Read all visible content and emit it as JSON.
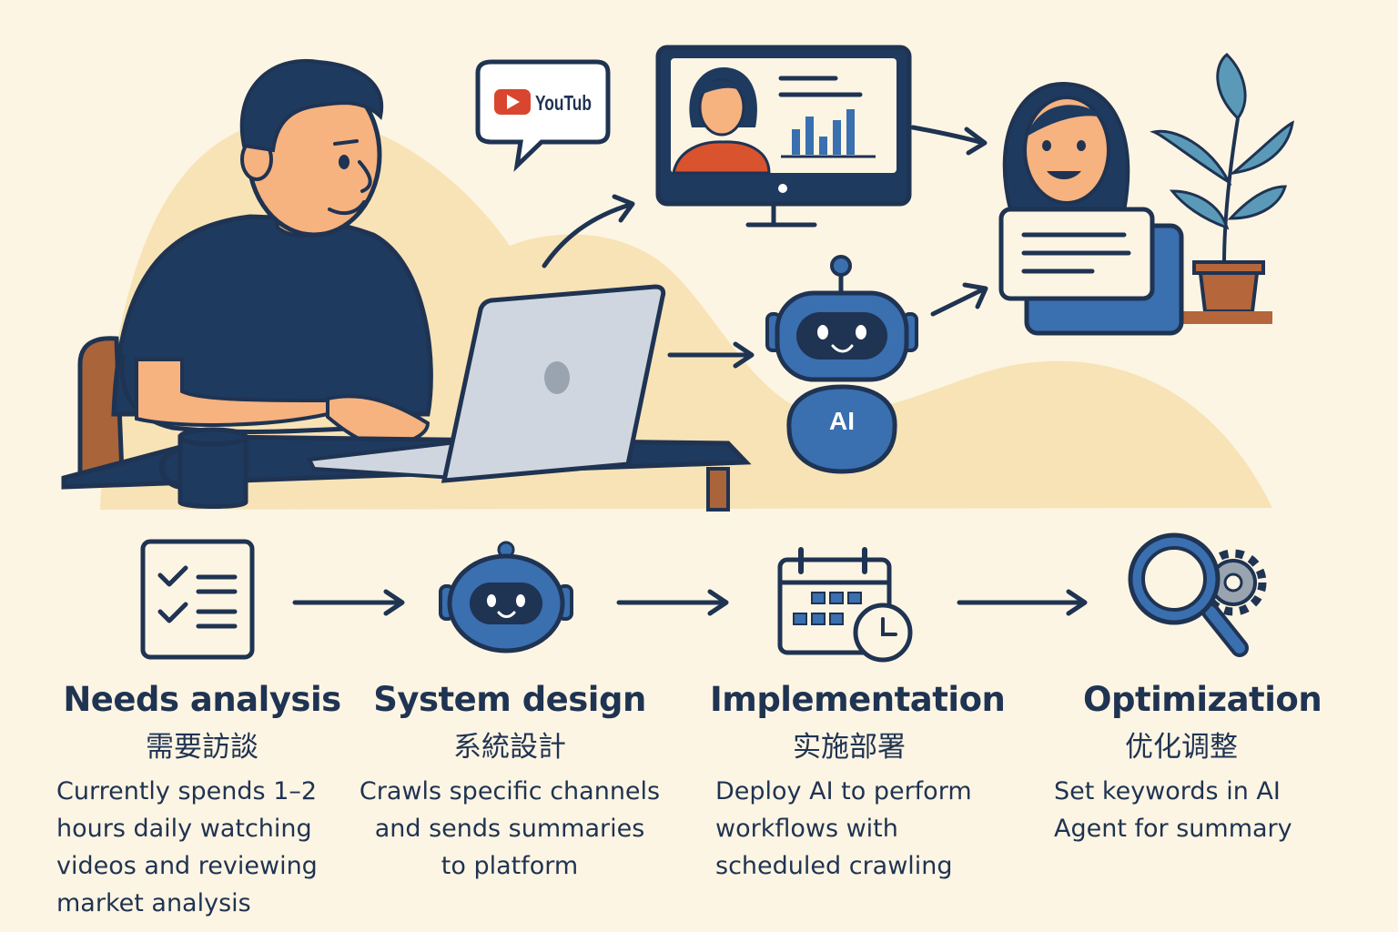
{
  "bubble": {
    "brand": "YouTub"
  },
  "robot": {
    "label": "AI"
  },
  "steps": [
    {
      "title": "Needs analysis",
      "subtitle": "需要訪談",
      "description": "Currently spends 1–2\nhours daily watching\nvideos and reviewing\nmarket analysis",
      "icon": "checklist-icon"
    },
    {
      "title": "System design",
      "subtitle": "系統設計",
      "description": "Crawls specific channels\nand sends summaries\nto platform",
      "icon": "robot-icon"
    },
    {
      "title": "Implementation",
      "subtitle": "实施部署",
      "description": "Deploy AI to  perform\nworkflows with\nscheduled crawling",
      "icon": "calendar-clock-icon"
    },
    {
      "title": "Optimization",
      "subtitle": "优化调整",
      "description": "Set keywords in AI\nAgent for summary",
      "icon": "search-gear-icon"
    }
  ],
  "colors": {
    "background": "#fdf5e3",
    "blob": "#f8e3b6",
    "navy": "#1f3352",
    "blue": "#3a6fb0",
    "skin": "#f6b27f",
    "youtube_red": "#d9462f"
  }
}
